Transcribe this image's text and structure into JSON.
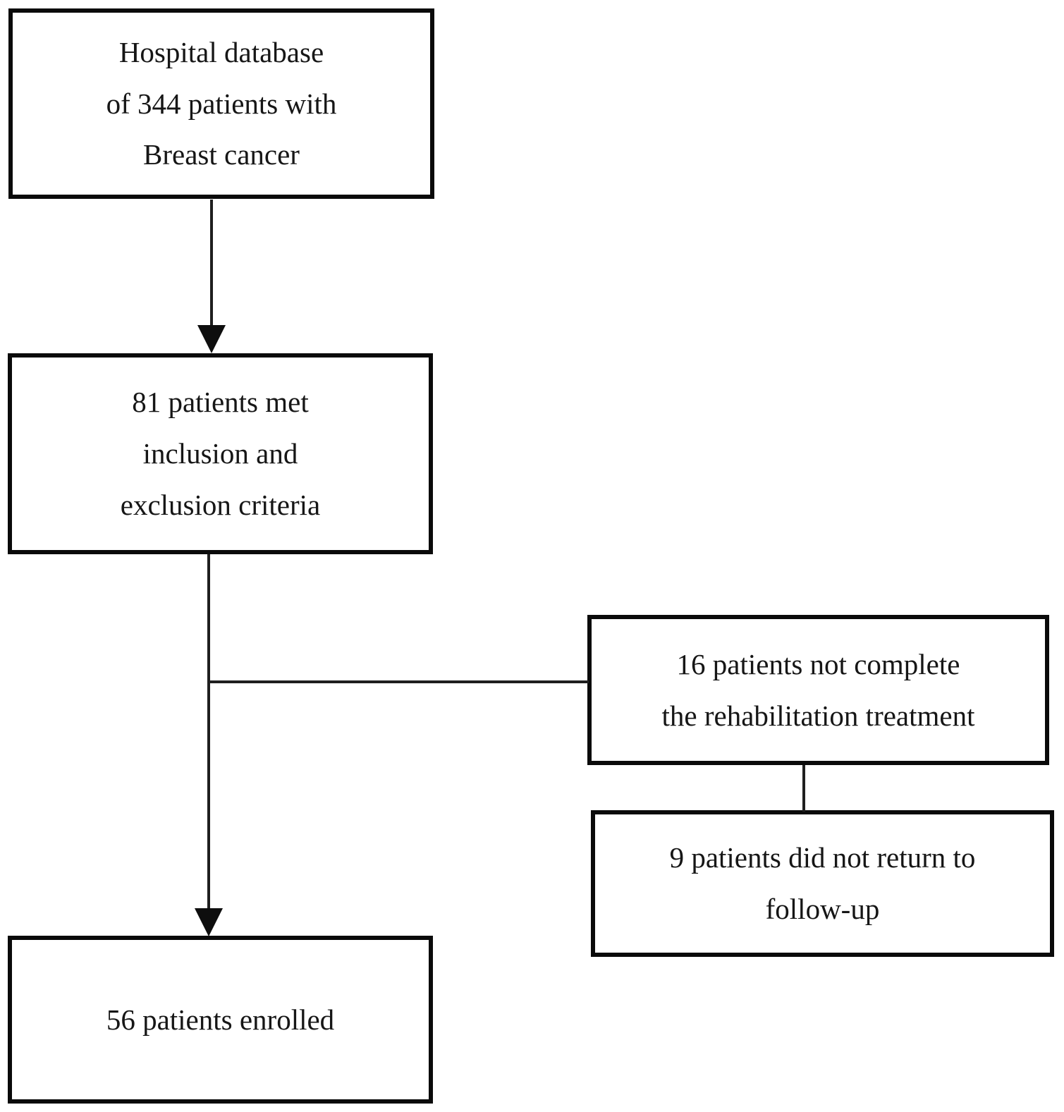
{
  "diagram": {
    "type": "flowchart",
    "topic": "Patient enrollment flow for breast cancer rehabilitation study",
    "colors": {
      "background": "#ffffff",
      "box_border": "#0a0a0a",
      "text": "#161616",
      "connector": "#1f1f1f"
    },
    "nodes": [
      {
        "id": "hospital-database",
        "label": "Hospital database\nof 344 patients with\nBreast cancer"
      },
      {
        "id": "inclusion-criteria",
        "label": "81 patients met\ninclusion and\nexclusion criteria"
      },
      {
        "id": "not-complete-rehab",
        "label": "16 patients not complete\nthe rehabilitation treatment"
      },
      {
        "id": "no-followup",
        "label": "9 patients did not return to\nfollow-up"
      },
      {
        "id": "enrolled",
        "label": "56 patients enrolled"
      }
    ],
    "edges": [
      {
        "from": "hospital-database",
        "to": "inclusion-criteria",
        "style": "arrow-down"
      },
      {
        "from": "inclusion-criteria",
        "to": "enrolled",
        "style": "arrow-down"
      },
      {
        "from": "inclusion-criteria",
        "to": "not-complete-rehab",
        "style": "branch-right"
      },
      {
        "from": "not-complete-rehab",
        "to": "no-followup",
        "style": "plain-down"
      }
    ]
  }
}
